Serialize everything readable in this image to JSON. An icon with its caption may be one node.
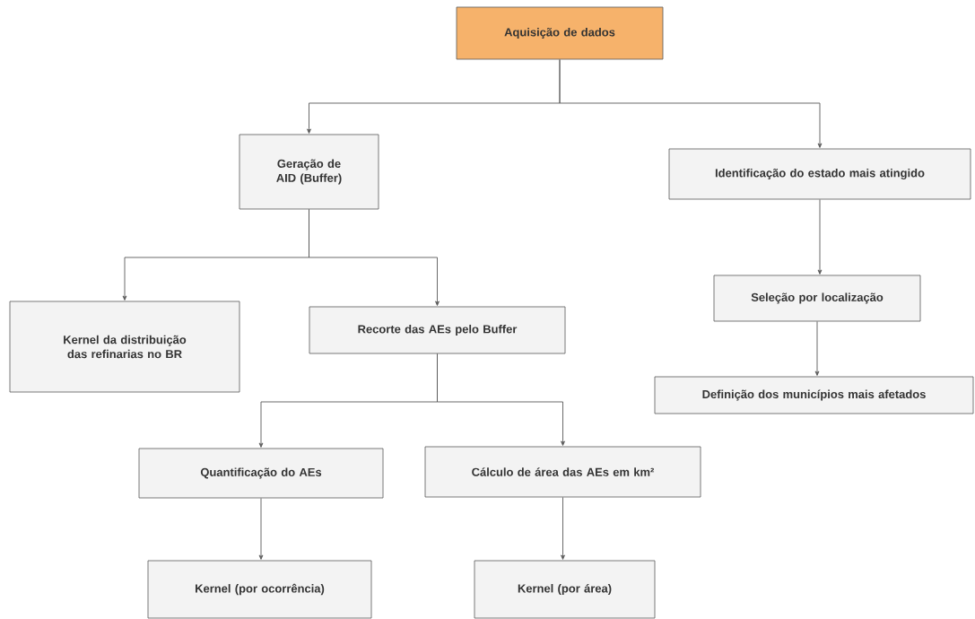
{
  "diagram": {
    "nodes": [
      {
        "text": [
          "Aquisição de dados"
        ]
      },
      {
        "text": [
          "Geração de AID (Buffer)"
        ]
      },
      {
        "text": [
          "Identificação do estado mais atingido"
        ]
      },
      {
        "text": [
          "Kernel da distribuição das refinarias no BR"
        ]
      },
      {
        "text": [
          "Recorte das AEs pelo Buffer"
        ]
      },
      {
        "text": [
          "Seleção por localização"
        ]
      },
      {
        "text": [
          "Definição dos municípios mais afetados"
        ]
      },
      {
        "text": [
          "Quantificação do AEs"
        ]
      },
      {
        "text": [
          "Cálculo de área das AEs em km²"
        ]
      },
      {
        "text": [
          "Kernel (por ocorrência)"
        ]
      },
      {
        "text": [
          "Kernel (por área)"
        ]
      }
    ],
    "edges": [
      {
        "from": 0,
        "to": 1,
        "arrow": "to"
      },
      {
        "from": 0,
        "to": 2,
        "arrow": "to"
      },
      {
        "from": 1,
        "to": 3,
        "arrow": "to"
      },
      {
        "from": 1,
        "to": 4,
        "arrow": "to"
      },
      {
        "from": 2,
        "to": 5,
        "arrow": "to"
      },
      {
        "from": 5,
        "to": 6,
        "arrow": "to"
      },
      {
        "from": 4,
        "to": 7,
        "arrow": "to"
      },
      {
        "from": 4,
        "to": 8,
        "arrow": "to"
      },
      {
        "from": 7,
        "to": 9,
        "arrow": "to"
      },
      {
        "from": 8,
        "to": 10,
        "arrow": "to"
      }
    ]
  }
}
